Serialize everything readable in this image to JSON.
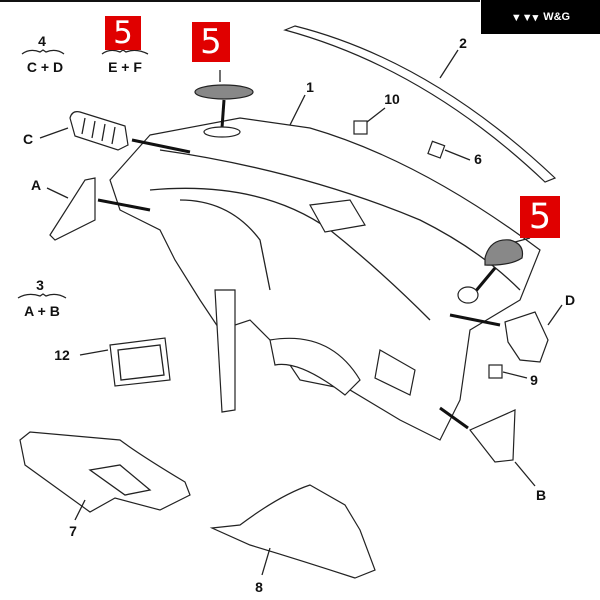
{
  "logo": {
    "text": "W&G",
    "mark": "▼▼▾"
  },
  "badges": {
    "five": "5"
  },
  "groups": [
    {
      "num": "4",
      "parts": "C + D"
    },
    {
      "num": "5",
      "parts": "E + F"
    },
    {
      "num": "3",
      "parts": "A + B"
    }
  ],
  "callouts": {
    "p1": "1",
    "p2": "2",
    "p6": "6",
    "p7": "7",
    "p8": "8",
    "p9": "9",
    "p10": "10",
    "p12": "12",
    "A": "A",
    "B": "B",
    "C": "C",
    "D": "D"
  }
}
